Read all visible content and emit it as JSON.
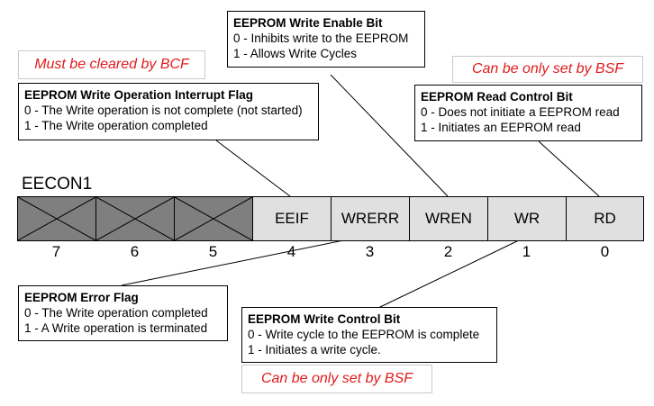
{
  "register_name": "EECON1",
  "bits": [
    {
      "number": "7",
      "name": "",
      "unimplemented": true
    },
    {
      "number": "6",
      "name": "",
      "unimplemented": true
    },
    {
      "number": "5",
      "name": "",
      "unimplemented": true
    },
    {
      "number": "4",
      "name": "EEIF",
      "unimplemented": false
    },
    {
      "number": "3",
      "name": "WRERR",
      "unimplemented": false
    },
    {
      "number": "2",
      "name": "WREN",
      "unimplemented": false
    },
    {
      "number": "1",
      "name": "WR",
      "unimplemented": false
    },
    {
      "number": "0",
      "name": "RD",
      "unimplemented": false
    }
  ],
  "notes": {
    "eeif": "Must be cleared by BCF",
    "rd": "Can be only set by BSF",
    "wr": "Can be only set by BSF"
  },
  "descriptions": {
    "eeif": {
      "title": "EEPROM Write Operation Interrupt Flag",
      "line0": "0 - The Write operation is not complete (not started)",
      "line1": "1 - The Write operation completed"
    },
    "wren": {
      "title": "EEPROM Write Enable Bit",
      "line0": "0 - Inhibits write to the EEPROM",
      "line1": "1 - Allows Write Cycles"
    },
    "rd": {
      "title": "EEPROM Read Control Bit",
      "line0": "0 - Does not initiate a EEPROM read",
      "line1": "1 - Initiates an EEPROM read"
    },
    "wrerr": {
      "title": "EEPROM Error Flag",
      "line0": "0 - The Write operation completed",
      "line1": "1 - A Write operation is terminated"
    },
    "wr": {
      "title": "EEPROM Write Control Bit",
      "line0": "0 - Write cycle to the EEPROM is complete",
      "line1": "1 - Initiates a write cycle."
    }
  },
  "colors": {
    "note_text": "#e11b1b",
    "unimplemented_fill": "#7f7f7f",
    "bit_fill": "#e0e0e0"
  }
}
